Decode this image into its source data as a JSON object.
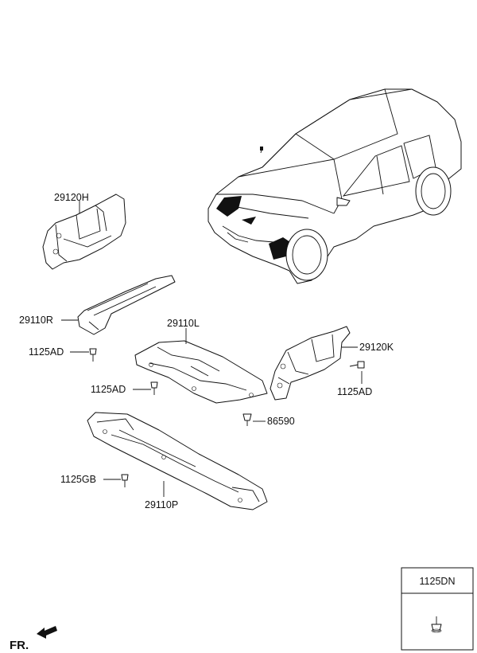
{
  "labels": {
    "p29120H": "29120H",
    "p29110R": "29110R",
    "p1125AD_a": "1125AD",
    "p29110L": "29110L",
    "p29120K": "29120K",
    "p1125AD_b": "1125AD",
    "p1125AD_c": "1125AD",
    "p86590": "86590",
    "p1125GB": "1125GB",
    "p29110P": "29110P"
  },
  "inset": {
    "title": "1125DN"
  },
  "direction": {
    "label": "FR."
  }
}
